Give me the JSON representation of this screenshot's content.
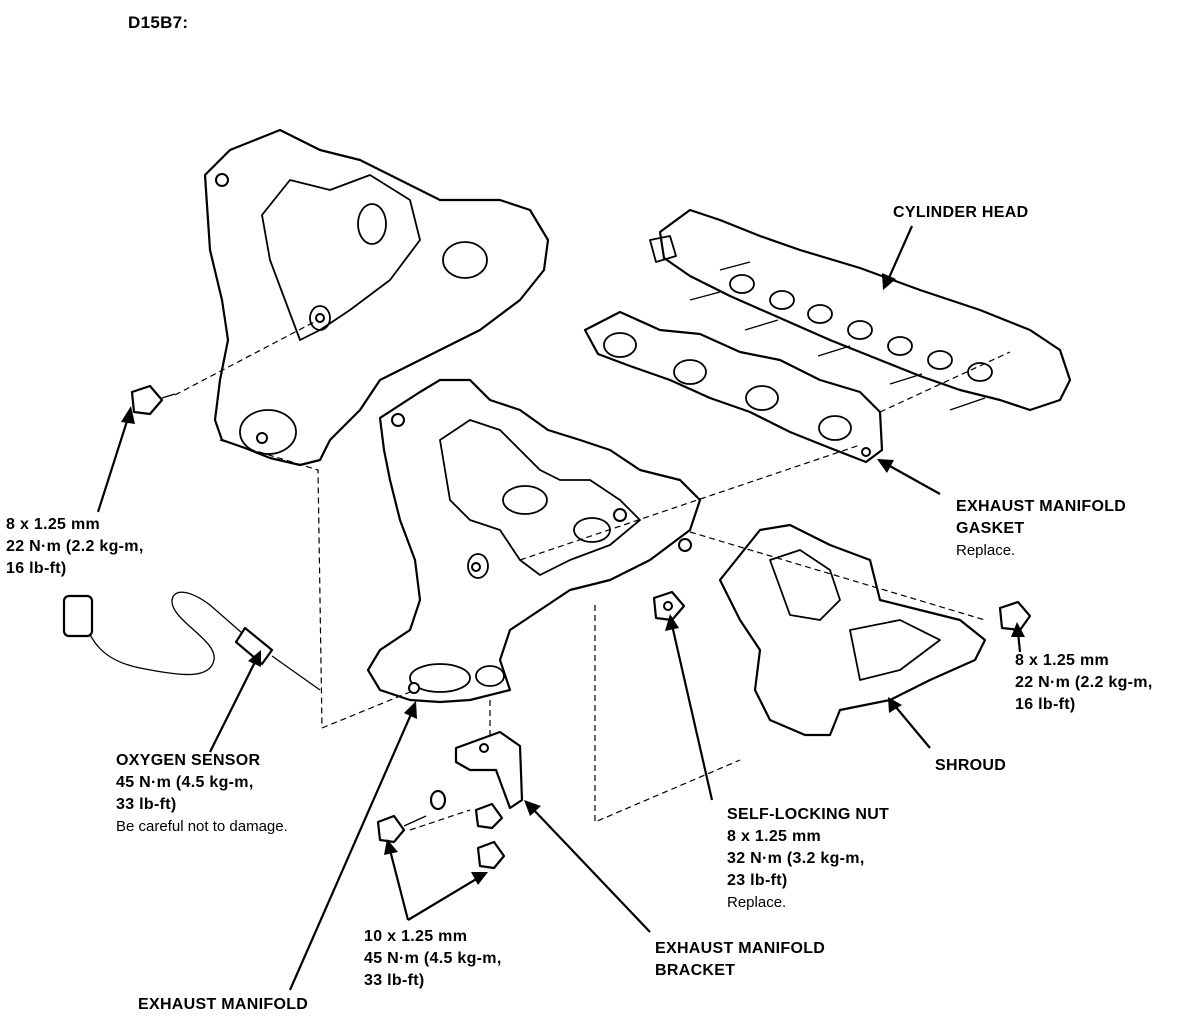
{
  "title": "D15B7:",
  "labels": {
    "cylinder_head": "CYLINDER HEAD",
    "gasket": {
      "line1": "EXHAUST MANIFOLD",
      "line2": "GASKET",
      "note": "Replace."
    },
    "bolt_upper_left": {
      "line1": "8 x 1.25 mm",
      "line2": "22 N·m (2.2 kg-m,",
      "line3": "16 lb-ft)"
    },
    "bolt_right": {
      "line1": "8 x 1.25 mm",
      "line2": "22 N·m (2.2 kg-m,",
      "line3": "16 lb-ft)"
    },
    "shroud": "SHROUD",
    "oxygen_sensor": {
      "line1": "OXYGEN SENSOR",
      "line2": "45 N·m (4.5 kg-m,",
      "line3": "33 lb-ft)",
      "note": "Be careful not to damage."
    },
    "self_locking_nut": {
      "line1": "SELF-LOCKING NUT",
      "line2": "8 x 1.25 mm",
      "line3": "32 N·m (3.2 kg-m,",
      "line4": "23 lb-ft)",
      "note": "Replace."
    },
    "bolt_bottom": {
      "line1": "10 x 1.25 mm",
      "line2": "45 N·m (4.5 kg-m,",
      "line3": "33 lb-ft)"
    },
    "bracket": {
      "line1": "EXHAUST MANIFOLD",
      "line2": "BRACKET"
    },
    "exhaust_manifold": "EXHAUST MANIFOLD"
  }
}
